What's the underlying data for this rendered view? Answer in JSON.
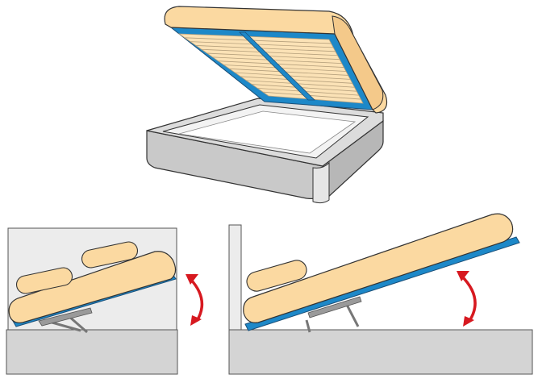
{
  "colors": {
    "background": "#ffffff",
    "mattress": "#fbd9a1",
    "mattress_shade": "#efc484",
    "slat": "#fbe2b6",
    "slat_line": "#b6a07c",
    "frame_blue": "#1d88c8",
    "base_light": "#e7e7e7",
    "base_mid": "#cfcfcf",
    "base_dark": "#b9b9b9",
    "wall": "#ececec",
    "outline": "#333333",
    "arrow": "#d71920",
    "piston": "#8a8a8a"
  },
  "scenes": [
    {
      "id": "top-storage-bed",
      "label": ""
    },
    {
      "id": "bottom-left-lift",
      "label": ""
    },
    {
      "id": "bottom-right-lift",
      "label": ""
    }
  ]
}
